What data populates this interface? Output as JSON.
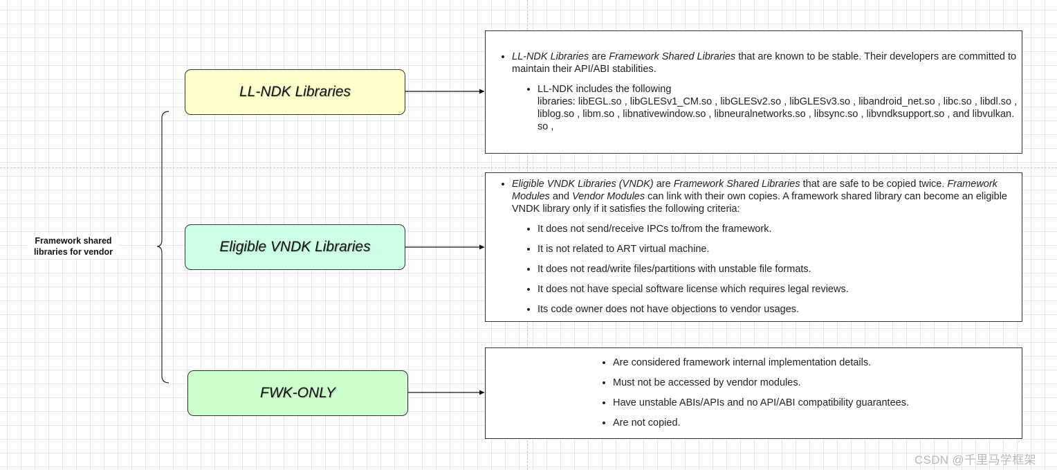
{
  "lead_label": {
    "line1": "Framework shared",
    "line2": "libraries for vendor"
  },
  "nodes": {
    "llndk": "LL-NDK Libraries",
    "vndk": "Eligible VNDK Libraries",
    "fwk": "FWK-ONLY"
  },
  "llndk_desc": {
    "term": "LL-NDK Libraries",
    "are": " are ",
    "shared": "Framework Shared Libraries",
    "rest": " that are known to be stable. Their developers are committed to maintain their API/ABI stabilities.",
    "includes": "LL-NDK includes the following",
    "libraries": "libraries:  libEGL.so ,  libGLESv1_CM.so ,  libGLESv2.so ,  libGLESv3.so ,  libandroid_net.so ,  libc.so ,  libdl.so ,  liblog.so ,  libm.so ,  libnativewindow.so ,  libneuralnetworks.so ,  libsync.so ,  libvndksupport.so ,  and  libvulkan.so ,"
  },
  "vndk_desc": {
    "term": "Eligible VNDK Libraries (VNDK)",
    "are": " are ",
    "shared": "Framework Shared Libraries",
    "mid": " that are safe to be copied twice. ",
    "fm": "Framework Modules",
    "and": " and ",
    "vm": "Vendor Modules",
    "rest": " can link with their own copies. A framework shared library can become an eligible VNDK library only if it satisfies the following criteria:",
    "criteria": [
      "It does not send/receive IPCs to/from the framework.",
      "It is not related to ART virtual machine.",
      "It does not read/write files/partitions with unstable file formats.",
      "It does not have special software license which requires legal reviews.",
      "Its code owner does not have objections to vendor usages."
    ]
  },
  "fwk_desc": [
    "Are considered framework internal implementation details.",
    "Must not be accessed by vendor modules.",
    "Have unstable ABIs/APIs and no API/ABI compatibility guarantees.",
    "Are not copied."
  ],
  "watermark": "CSDN @千里马学框架"
}
